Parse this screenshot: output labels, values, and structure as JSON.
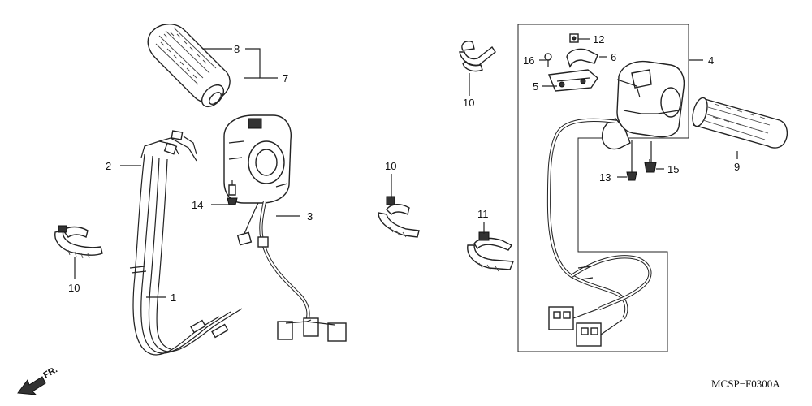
{
  "diagram": {
    "callouts": {
      "c1": "1",
      "c2": "2",
      "c3": "3",
      "c4": "4",
      "c5": "5",
      "c6": "6",
      "c7": "7",
      "c8": "8",
      "c9": "9",
      "c10a": "10",
      "c10b": "10",
      "c10c": "10",
      "c11": "11",
      "c12": "12",
      "c13": "13",
      "c14": "14",
      "c15": "15",
      "c16": "16"
    },
    "front_marker": "FR.",
    "drawing_code": "MCSP−F0300A"
  }
}
